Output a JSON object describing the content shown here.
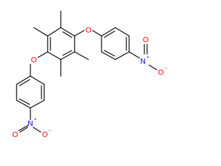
{
  "molecule": {
    "colors": {
      "bond": "#000000",
      "oxygen": "#ff0000",
      "nitrogen": "#0000ff"
    },
    "atoms": {
      "o_ether_right": "O",
      "o_ether_left": "O",
      "n_nitro_right": "N",
      "n_nitro_right_charge": "+",
      "o_nitro_right_top": "O",
      "o_nitro_right_bottom": "O",
      "o_nitro_right_bottom_charge": "−",
      "n_nitro_bottom": "N",
      "n_nitro_bottom_charge": "+",
      "o_nitro_bottom_left": "O",
      "o_nitro_bottom_right": "O",
      "o_nitro_bottom_right_charge": "−"
    }
  }
}
